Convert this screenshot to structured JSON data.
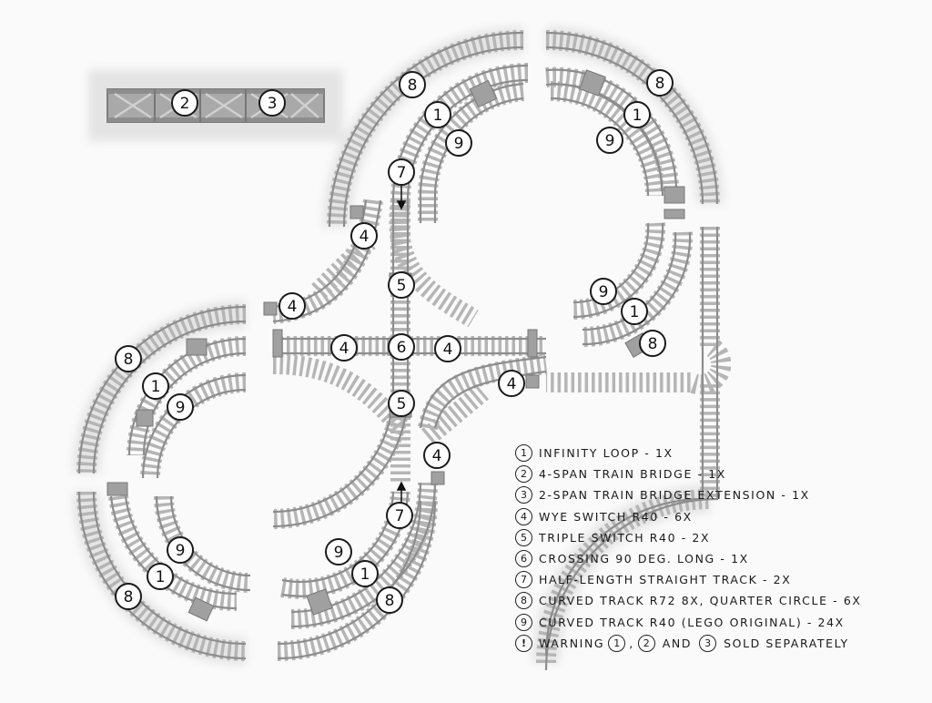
{
  "diagram": {
    "labels": {
      "bridge_a": "2",
      "bridge_b": "3",
      "infinity_loop": "1",
      "wye_switch": "4",
      "triple_switch": "5",
      "crossing": "6",
      "half_straight": "7",
      "curve_r72": "8",
      "curve_r40": "9"
    }
  },
  "legend": {
    "items": [
      {
        "num": "1",
        "text": "Infinity Loop - 1x"
      },
      {
        "num": "2",
        "text": "4-Span Train Bridge - 1x"
      },
      {
        "num": "3",
        "text": "2-Span Train Bridge Extension - 1x"
      },
      {
        "num": "4",
        "text": "Wye Switch R40 - 6x"
      },
      {
        "num": "5",
        "text": "Triple Switch R40 - 2x"
      },
      {
        "num": "6",
        "text": "Crossing 90 deg. long - 1x"
      },
      {
        "num": "7",
        "text": "Half-Length Straight Track - 2x"
      },
      {
        "num": "8",
        "text": "Curved Track R72 8x, Quarter Circle - 6x"
      },
      {
        "num": "9",
        "text": "Curved Track R40 (Lego Original) - 24x"
      }
    ],
    "warning": {
      "icon": "!",
      "pre": "Warning",
      "a": "1",
      "sep": ",",
      "b": "2",
      "mid": "and",
      "c": "3",
      "post": "Sold separately"
    }
  },
  "colors": {
    "track_rail": "#8e8e8e",
    "track_tie": "#b3b3b3",
    "shadow": "#e6e6e6",
    "background": "#fafafa",
    "label_stroke": "#1a1a1a"
  }
}
